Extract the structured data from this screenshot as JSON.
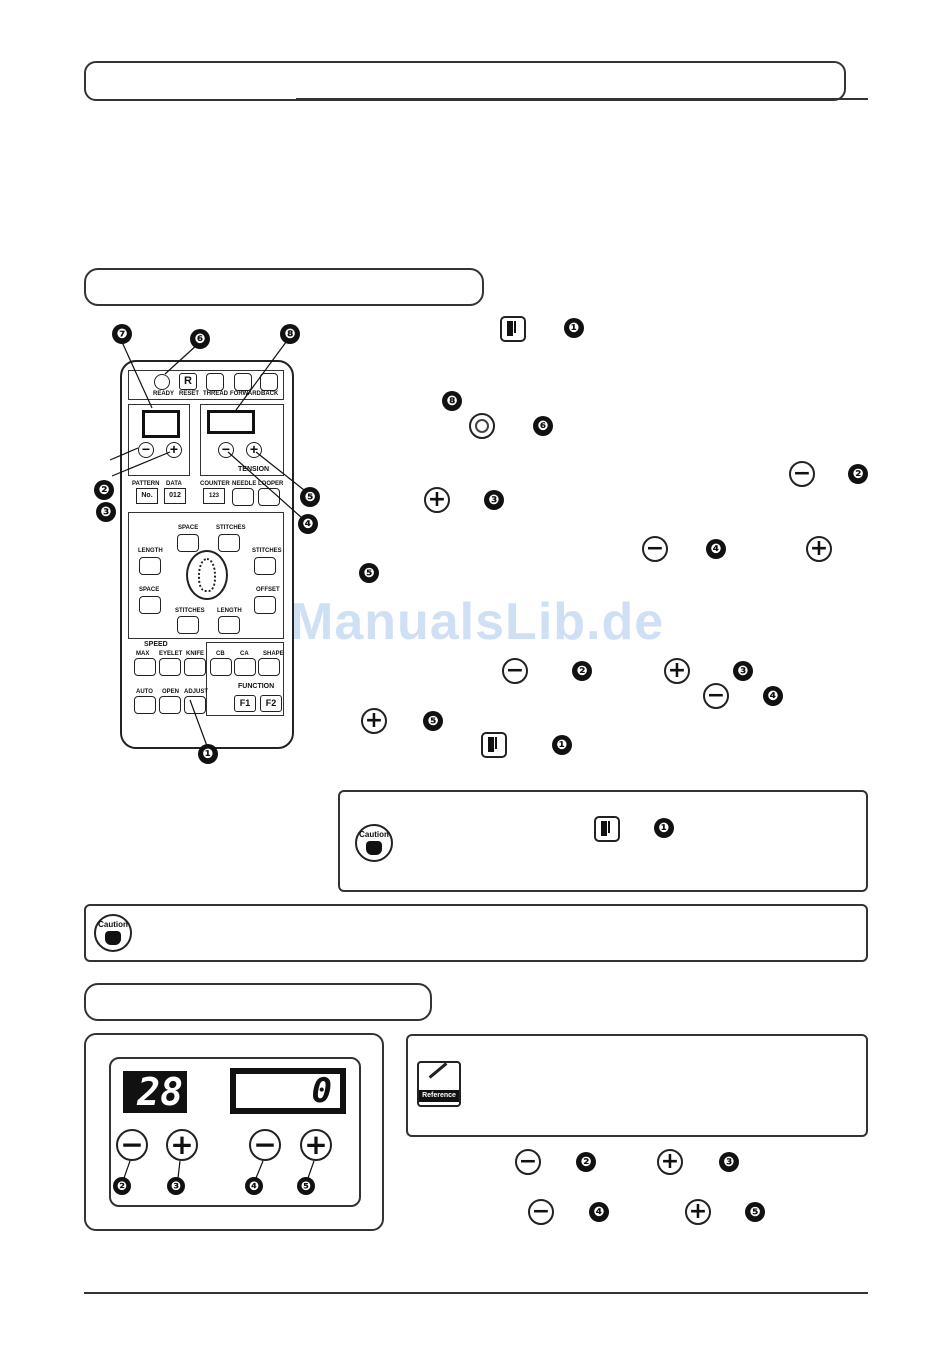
{
  "watermark": "ManualsLib.de",
  "panel": {
    "ready": "READY",
    "reset_key": "R",
    "reset": "RESET",
    "thread": "THREAD",
    "forward": "FORWARD",
    "back": "BACK",
    "tension": "TENSION",
    "pattern": "PATTERN",
    "pattern_key": "No.",
    "data": "DATA",
    "data_key": "012",
    "counter": "COUNTER",
    "counter_key": "123",
    "needle": "NEEDLE",
    "looper": "LOOPER",
    "space": "SPACE",
    "stitches": "STITCHES",
    "length": "LENGTH",
    "offset": "OFFSET",
    "speed": "SPEED",
    "max": "MAX",
    "eyelet": "EYELET",
    "knife": "KNIFE",
    "cb": "CB",
    "ca": "CA",
    "shape": "SHAPE",
    "auto": "AUTO",
    "open": "OPEN",
    "adjust": "ADJUST",
    "function": "FUNCTION",
    "f1": "F1",
    "f2": "F2"
  },
  "callouts": {
    "n1": "❶",
    "n2": "❷",
    "n3": "❸",
    "n4": "❹",
    "n5": "❺",
    "n6": "❻",
    "n7": "❼",
    "n8": "❽"
  },
  "symbols": {
    "minus": "−",
    "plus": "+"
  },
  "display": {
    "left_value": "28",
    "right_value": "0"
  },
  "caution_label": "Caution",
  "reference_label": "Reference"
}
